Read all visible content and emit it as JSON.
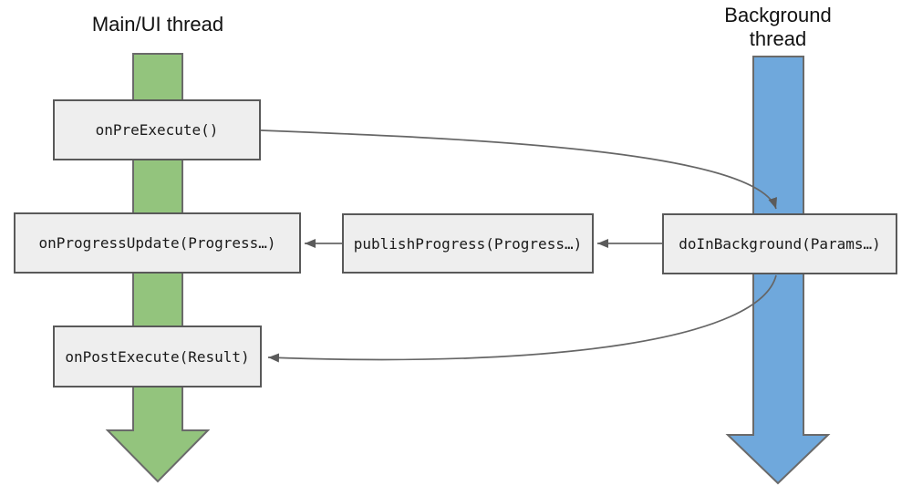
{
  "diagram": {
    "threads": {
      "main": {
        "title": "Main/UI thread"
      },
      "background": {
        "title": "Background thread"
      }
    },
    "nodes": [
      {
        "id": "onPreExecute",
        "label": "onPreExecute()",
        "thread": "main"
      },
      {
        "id": "onProgressUpdate",
        "label": "onProgressUpdate(Progress…)",
        "thread": "main"
      },
      {
        "id": "publishProgress",
        "label": "publishProgress(Progress…)",
        "thread": "none"
      },
      {
        "id": "doInBackground",
        "label": "doInBackground(Params…)",
        "thread": "background"
      },
      {
        "id": "onPostExecute",
        "label": "onPostExecute(Result)",
        "thread": "main"
      }
    ],
    "edges": [
      {
        "from": "onPreExecute",
        "to": "doInBackground"
      },
      {
        "from": "doInBackground",
        "to": "publishProgress"
      },
      {
        "from": "publishProgress",
        "to": "onProgressUpdate"
      },
      {
        "from": "doInBackground",
        "to": "onPostExecute"
      }
    ],
    "colors": {
      "main_thread_fill": "#93c47d",
      "background_thread_fill": "#6fa8dc",
      "band_border": "#6a6a6a",
      "node_fill": "#eeeeee",
      "node_border": "#595959",
      "connector": "#666666",
      "arrowhead": "#5b5b5b",
      "text": "#111111"
    }
  }
}
